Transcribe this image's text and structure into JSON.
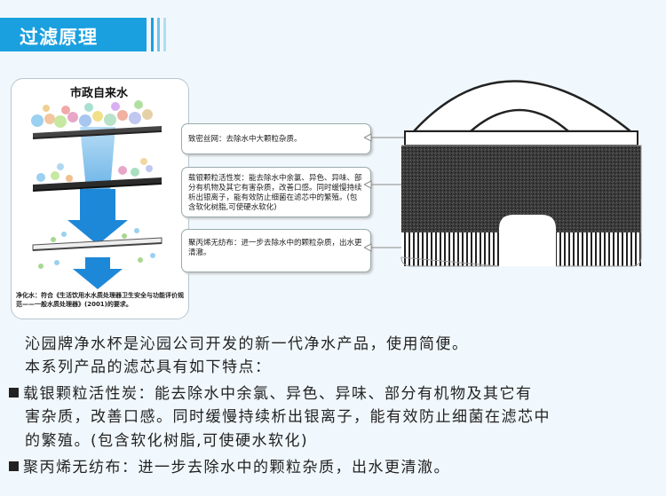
{
  "header": {
    "title": "过滤原理"
  },
  "left_panel": {
    "title": "市政自来水",
    "note": "净化水：符合《生活饮用水水质处理器卫生安全与功能评价规范——一般水质处理器》(2001)的要求。"
  },
  "callouts": [
    {
      "text": "致密丝网：去除水中大颗粒杂质。"
    },
    {
      "text": "载银颗粒活性炭：能去除水中余氯、异色、异味、部分有机物及其它有害杂质，改善口感。同时缓慢持续析出银离子，能有效防止细菌在滤芯中的繁殖。(包含软化树脂,可使硬水软化)"
    },
    {
      "text": "聚丙烯无纺布：进一步去除水中的颗粒杂质，出水更清澈。"
    }
  ],
  "description": {
    "line1": "沁园牌净水杯是沁园公司开发的新一代净水产品，使用简便。",
    "line2": "本系列产品的滤芯具有如下特点：",
    "item1_line1": "载银颗粒活性炭：能去除水中余氯、异色、异味、部分有机物及其它有",
    "item1_line2": "害杂质，改善口感。同时缓慢持续析出银离子，能有效防止细菌在滤芯中",
    "item1_line3": "的繁殖。(包含软化树脂,可使硬水软化)",
    "item2": "聚丙烯无纺布：进一步去除水中的颗粒杂质，出水更清澈。"
  },
  "colors": {
    "accent": "#1aa0df",
    "water_arrow": "#1e88d8",
    "carbon": "#2b2b2b"
  }
}
